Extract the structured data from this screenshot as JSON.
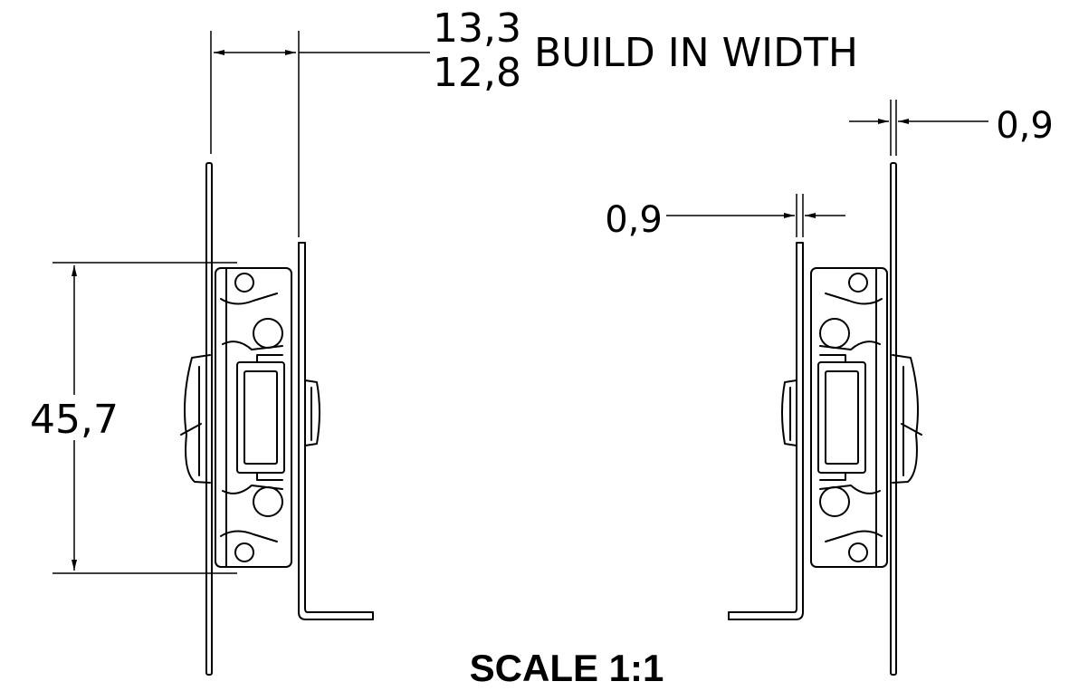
{
  "dimensions": {
    "build_width_max": "13,3",
    "build_width_min": "12,8",
    "build_width_label": "BUILD IN WIDTH",
    "height": "45,7",
    "thickness_right": "0,9",
    "thickness_left": "0,9"
  },
  "scale_label": "SCALE 1:1"
}
